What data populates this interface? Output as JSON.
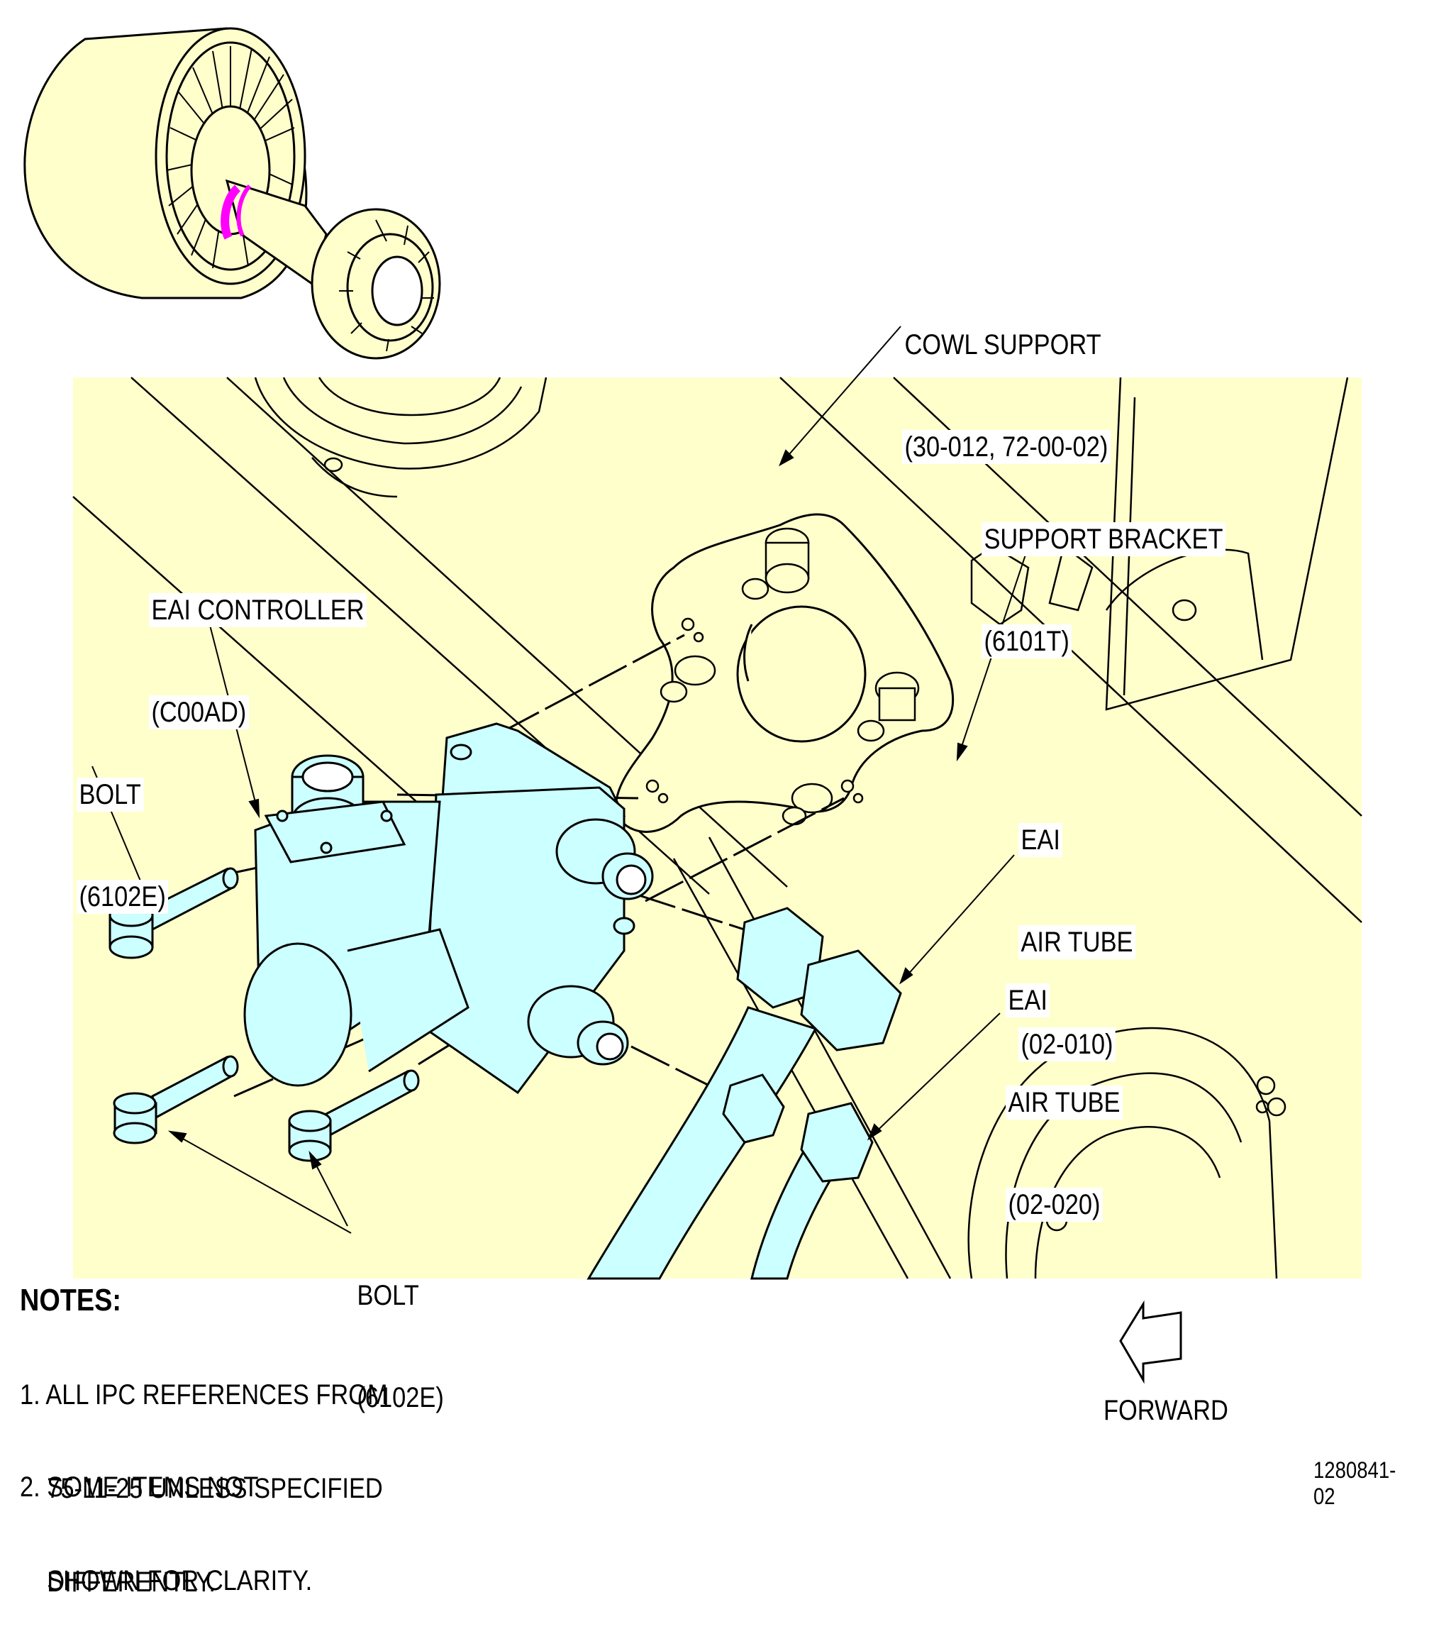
{
  "callouts": {
    "cowl_support": [
      "COWL SUPPORT",
      "(30-012, 72-00-02)"
    ],
    "support_bracket": [
      "SUPPORT BRACKET",
      "(6101T)"
    ],
    "eai_controller": [
      "EAI CONTROLLER",
      "(C00AD)"
    ],
    "bolt_left": [
      "BOLT",
      "(6102E)"
    ],
    "eai_air_tube_1": [
      "EAI",
      "AIR TUBE",
      "(02-010)"
    ],
    "eai_air_tube_2": [
      "EAI",
      "AIR TUBE",
      "(02-020)"
    ],
    "bolt_bottom": [
      "BOLT",
      "(6102E)"
    ]
  },
  "notes": {
    "title": "NOTES:",
    "items": [
      [
        "1. ALL IPC REFERENCES FROM",
        "    75-11-25 UNLESS SPECIFIED",
        "    DIFFERENTLY."
      ],
      [
        "2. SOME ITEMS NOT",
        "    SHOWN FOR CLARITY."
      ]
    ]
  },
  "forward_label": "FORWARD",
  "figure_id": "1280841-02",
  "colors": {
    "background_panel": "#ffffcc",
    "engine_fill": "#ffffcc",
    "controller_fill": "#ccffff",
    "highlight": "#ff00ff",
    "line": "#000000"
  }
}
